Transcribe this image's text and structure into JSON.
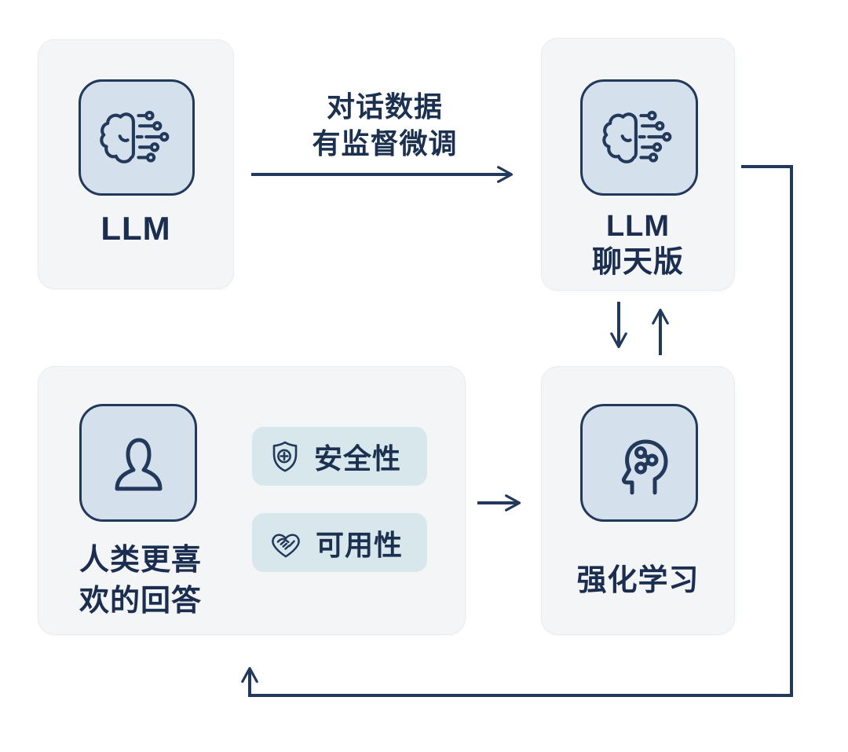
{
  "colors": {
    "background": "#ffffff",
    "card_bg": "#f4f5f7",
    "card_border": "#eaebee",
    "tile_bg": "#d5e0ed",
    "badge_bg": "#d7e7ec",
    "navy": "#22395c",
    "text": "#1b2e50"
  },
  "nodes": {
    "llm": {
      "label": "LLM",
      "icon": "brain-circuit-icon"
    },
    "llm_chat": {
      "line1": "LLM",
      "line2": "聊天版",
      "icon": "brain-circuit-icon"
    },
    "human_pref": {
      "line1": "人类更喜",
      "line2": "欢的回答",
      "icon": "person-icon",
      "badges": [
        {
          "label": "安全性",
          "icon": "shield-plus-icon"
        },
        {
          "label": "可用性",
          "icon": "heart-handshake-icon"
        }
      ]
    },
    "rl": {
      "label": "强化学习",
      "icon": "head-network-icon"
    }
  },
  "edges": {
    "sft": {
      "line1": "对话数据",
      "line2": "有监督微调"
    }
  }
}
